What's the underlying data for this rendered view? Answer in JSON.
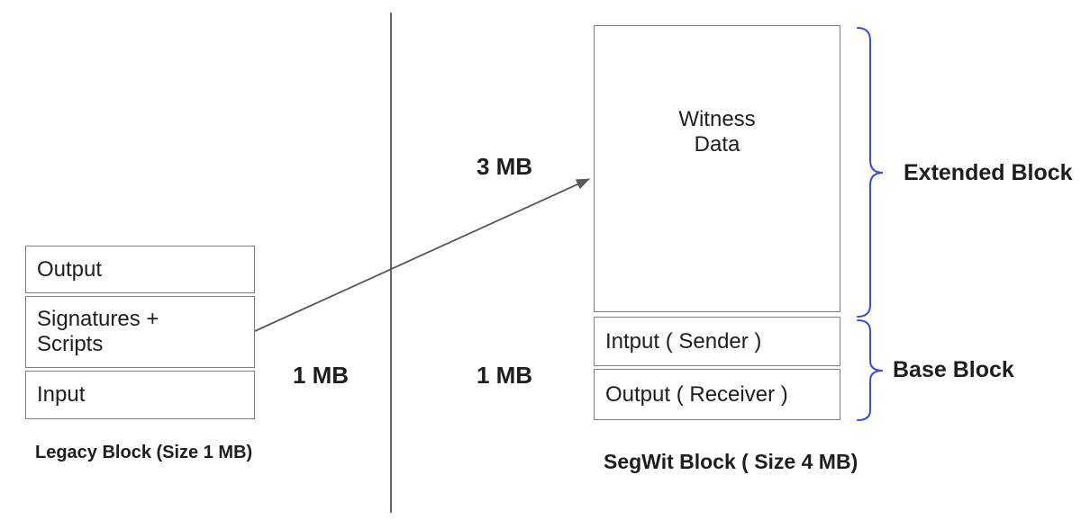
{
  "legacy_block": {
    "sections": [
      {
        "line1": "Output"
      },
      {
        "line1": "Signatures +",
        "line2": "Scripts"
      },
      {
        "line1": "Input"
      }
    ],
    "caption": "Legacy Block (Size 1 MB)"
  },
  "segwit_block": {
    "witness": {
      "line1": "Witness",
      "line2": "Data"
    },
    "sections": [
      {
        "label": "Intput ( Sender )"
      },
      {
        "label": "Output ( Receiver )"
      }
    ],
    "caption": "SegWit Block ( Size 4 MB)"
  },
  "size_labels": {
    "witness_transfer": "3 MB",
    "legacy_size": "1 MB",
    "segwit_base_size": "1 MB"
  },
  "brace_labels": {
    "extended": "Extended Block",
    "base": "Base Block"
  },
  "colors": {
    "brace": "#3b4cdb",
    "arrow_line": "#595959",
    "divider_line": "#666666",
    "box_border": "#7d7d7d",
    "text": "#1e1e1e",
    "background": "#ffffff"
  }
}
